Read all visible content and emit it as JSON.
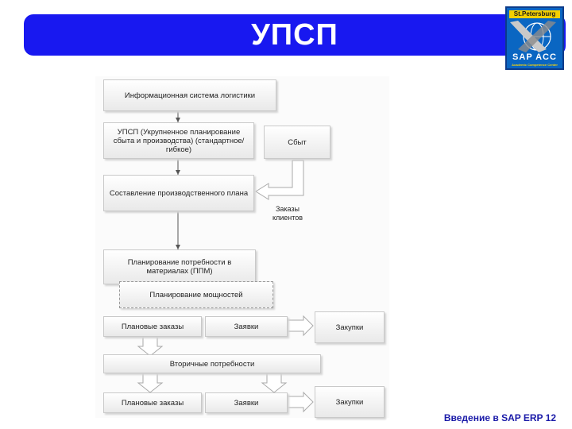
{
  "slide": {
    "title": "УПСП",
    "footer": "Введение в SAP ERP  12"
  },
  "logo": {
    "city": "St.Petersburg",
    "brand": "SAP  ACC",
    "subtitle": "Academic Competence Center"
  },
  "diagram": {
    "boxes": {
      "info_system": "Информационная система логистики",
      "upsp": "УПСП (Укрупненное планирование сбыта и производства) (стандартное/гибкое)",
      "sales": "Сбыт",
      "production_plan": "Составление производственного плана",
      "mrp": "Планирование потребности в материалах (ППМ)",
      "capacity": "Планирование мощностей",
      "planned_orders_1": "Плановые заказы",
      "requisitions_1": "Заявки",
      "purchasing_1": "Закупки",
      "secondary": "Вторичные потребности",
      "planned_orders_2": "Плановые заказы",
      "requisitions_2": "Заявки",
      "purchasing_2": "Закупки"
    },
    "customer_orders_label": "Заказы клиентов"
  }
}
